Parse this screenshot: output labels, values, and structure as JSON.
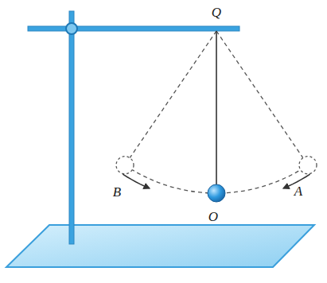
{
  "diagram": {
    "labels": [
      "Q",
      "B",
      "O",
      "A"
    ]
  }
}
